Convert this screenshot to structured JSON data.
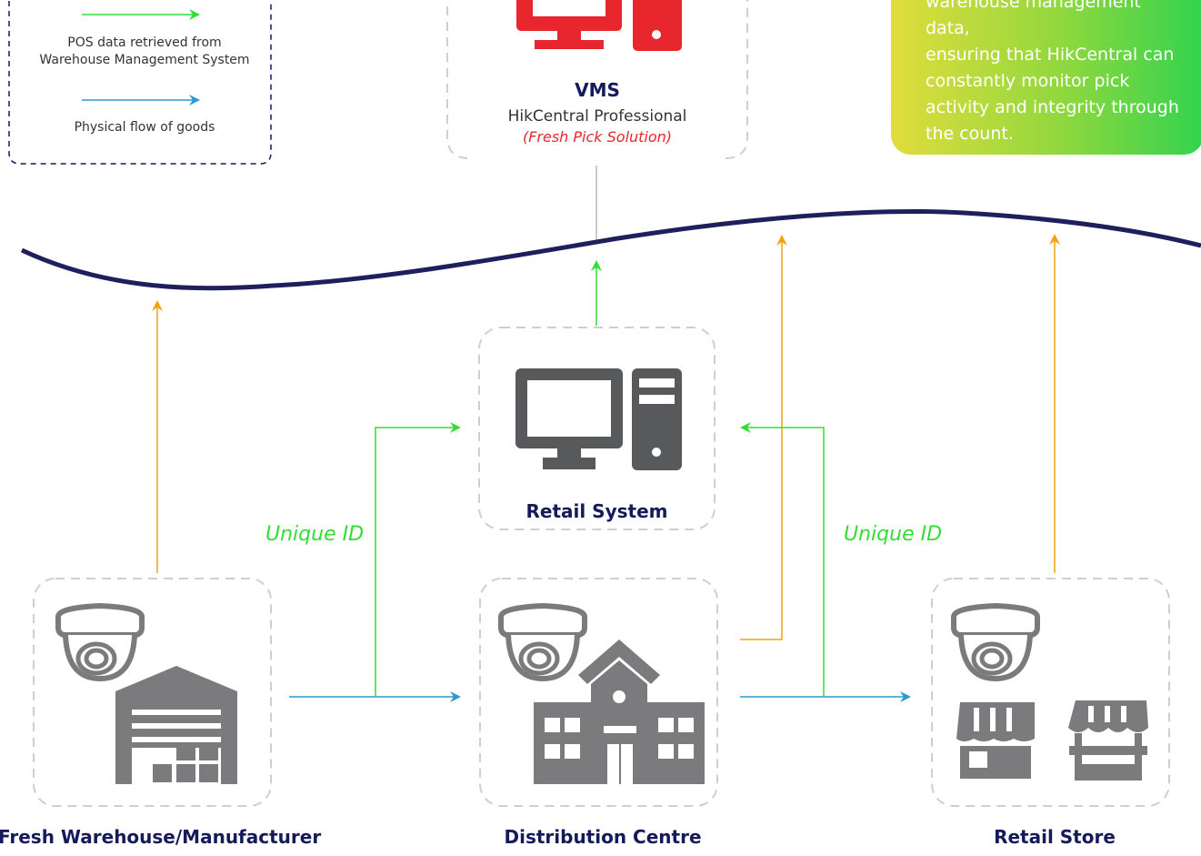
{
  "legend": {
    "green_arrow_label_line1": "POS data retrieved from",
    "green_arrow_label_line2": "Warehouse Management System",
    "blue_arrow_label": "Physical flow of goods"
  },
  "vms": {
    "title": "VMS",
    "subtitle": "HikCentral Professional",
    "solution": "(Fresh Pick Solution)"
  },
  "callout": {
    "lines": [
      "warehouse management data,",
      "ensuring that HikCentral can",
      "constantly monitor pick",
      "activity and integrity through",
      "the count."
    ]
  },
  "retail_system": {
    "title": "Retail System"
  },
  "edges": {
    "unique_id_left": "Unique ID",
    "unique_id_right": "Unique ID"
  },
  "nodes": {
    "warehouse": "Fresh Warehouse/Manufacturer",
    "distribution": "Distribution Centre",
    "store": "Retail Store"
  },
  "colors": {
    "navy": "#141a5a",
    "green": "#33dd33",
    "blue": "#2f97cf",
    "orange": "#f5a20a",
    "red": "#e8262d",
    "icon_gray": "#7b7b7d",
    "dark_gray": "#58595b",
    "box_dash": "#cfcfcf"
  }
}
